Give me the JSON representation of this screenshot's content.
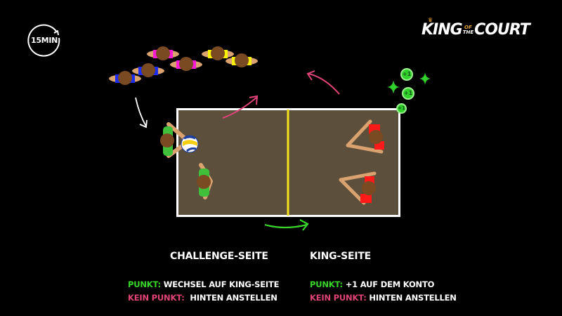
{
  "timer": {
    "label": "15MIN",
    "icon": "clock-rotate-icon"
  },
  "logo": {
    "king": "KING",
    "of": "OF",
    "the": "THE",
    "court": "COURT",
    "icon": "crown-icon"
  },
  "colors": {
    "background": "#000000",
    "court_fill": "#5c4f3b",
    "court_line": "#ffffff",
    "net": "#f5e21b",
    "challenge_team": "#3fbf3a",
    "king_team": "#ff1a1a",
    "point_green": "#39d62a",
    "no_point_pink": "#e0437a",
    "queue_colors": [
      "#1b2df0",
      "#1b2df0",
      "#ff1ad6",
      "#ff1ad6",
      "#f7f000",
      "#f7f000"
    ]
  },
  "queue": {
    "label": "waiting-players",
    "count": 6
  },
  "bonus": {
    "label": "+1",
    "count": 3
  },
  "challenge": {
    "title": "CHALLENGE-SEITE",
    "point_label": "PUNKT:",
    "point_text": "WECHSEL AUF KING-SEITE",
    "no_point_label": "KEIN PUNKT:",
    "no_point_text": "HINTEN ANSTELLEN"
  },
  "king": {
    "title": "KING-SEITE",
    "point_label": "PUNKT:",
    "point_text": "+1 AUF DEM KONTO",
    "no_point_label": "KEIN PUNKT:",
    "no_point_text": "HINTEN ANSTELLEN"
  }
}
